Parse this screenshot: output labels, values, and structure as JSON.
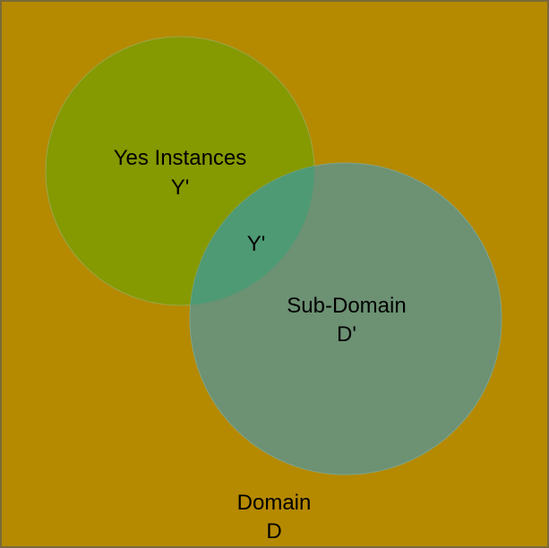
{
  "colors": {
    "domain": "#b58900",
    "domain_border": "#7a6a3a",
    "yes": "#859900",
    "yes_border": "#9aa84a",
    "sub": "#6c9173",
    "sub_border": "#7fa58a",
    "overlap": "#4e9a74"
  },
  "domain": {
    "line1": "Domain",
    "line2": "D"
  },
  "yes_instances": {
    "line1": "Yes Instances",
    "line2": "Y'"
  },
  "sub_domain": {
    "line1": "Sub-Domain",
    "line2": "D'"
  },
  "overlap": {
    "label": "Y'"
  }
}
